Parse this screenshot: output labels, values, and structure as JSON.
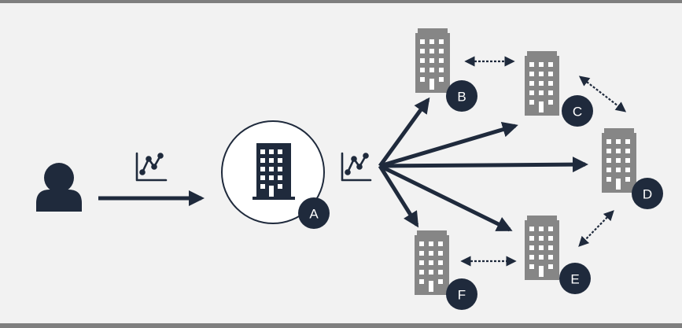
{
  "colors": {
    "background": "#f2f2f2",
    "frame_line": "#7f7f7f",
    "dark": "#1f2a3c",
    "building_gray": "#868686",
    "window_light": "#ffffff"
  },
  "nodes": {
    "user": {
      "icon": "user-icon"
    },
    "A": {
      "label": "A",
      "icon": "office-building-icon",
      "highlighted": true
    },
    "B": {
      "label": "B",
      "icon": "office-building-icon"
    },
    "C": {
      "label": "C",
      "icon": "office-building-icon"
    },
    "D": {
      "label": "D",
      "icon": "office-building-icon"
    },
    "E": {
      "label": "E",
      "icon": "office-building-icon"
    },
    "F": {
      "label": "F",
      "icon": "office-building-icon"
    }
  },
  "data_icons": [
    "line-chart-icon",
    "line-chart-icon"
  ],
  "edges": [
    {
      "from": "user",
      "to": "A",
      "style": "solid-arrow"
    },
    {
      "from": "A",
      "to": "B",
      "style": "solid-arrow"
    },
    {
      "from": "A",
      "to": "C",
      "style": "solid-arrow"
    },
    {
      "from": "A",
      "to": "D",
      "style": "solid-arrow"
    },
    {
      "from": "A",
      "to": "E",
      "style": "solid-arrow"
    },
    {
      "from": "A",
      "to": "F",
      "style": "solid-arrow"
    },
    {
      "from": "B",
      "to": "C",
      "style": "dotted-double-arrow"
    },
    {
      "from": "C",
      "to": "D",
      "style": "dotted-double-arrow"
    },
    {
      "from": "D",
      "to": "E",
      "style": "dotted-double-arrow"
    },
    {
      "from": "E",
      "to": "F",
      "style": "dotted-double-arrow"
    }
  ]
}
